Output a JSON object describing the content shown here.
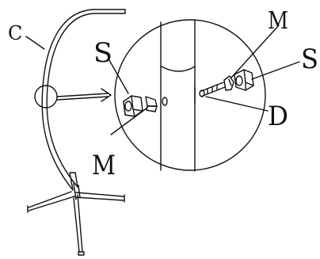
{
  "labels": {
    "c": "C",
    "s_left": "S",
    "s_right": "S",
    "m_top": "M",
    "m_bottom": "M",
    "d": "D"
  },
  "colors": {
    "ink": "#111111",
    "background": "#ffffff"
  }
}
